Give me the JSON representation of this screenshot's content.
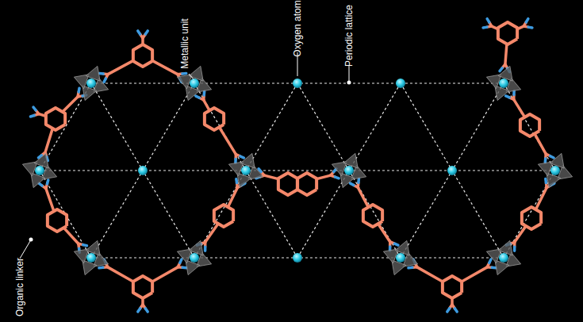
{
  "diagram": {
    "labels": [
      "Metallic unit",
      "Oxygen atom",
      "Periodic lattice",
      "Organic linker"
    ]
  }
}
